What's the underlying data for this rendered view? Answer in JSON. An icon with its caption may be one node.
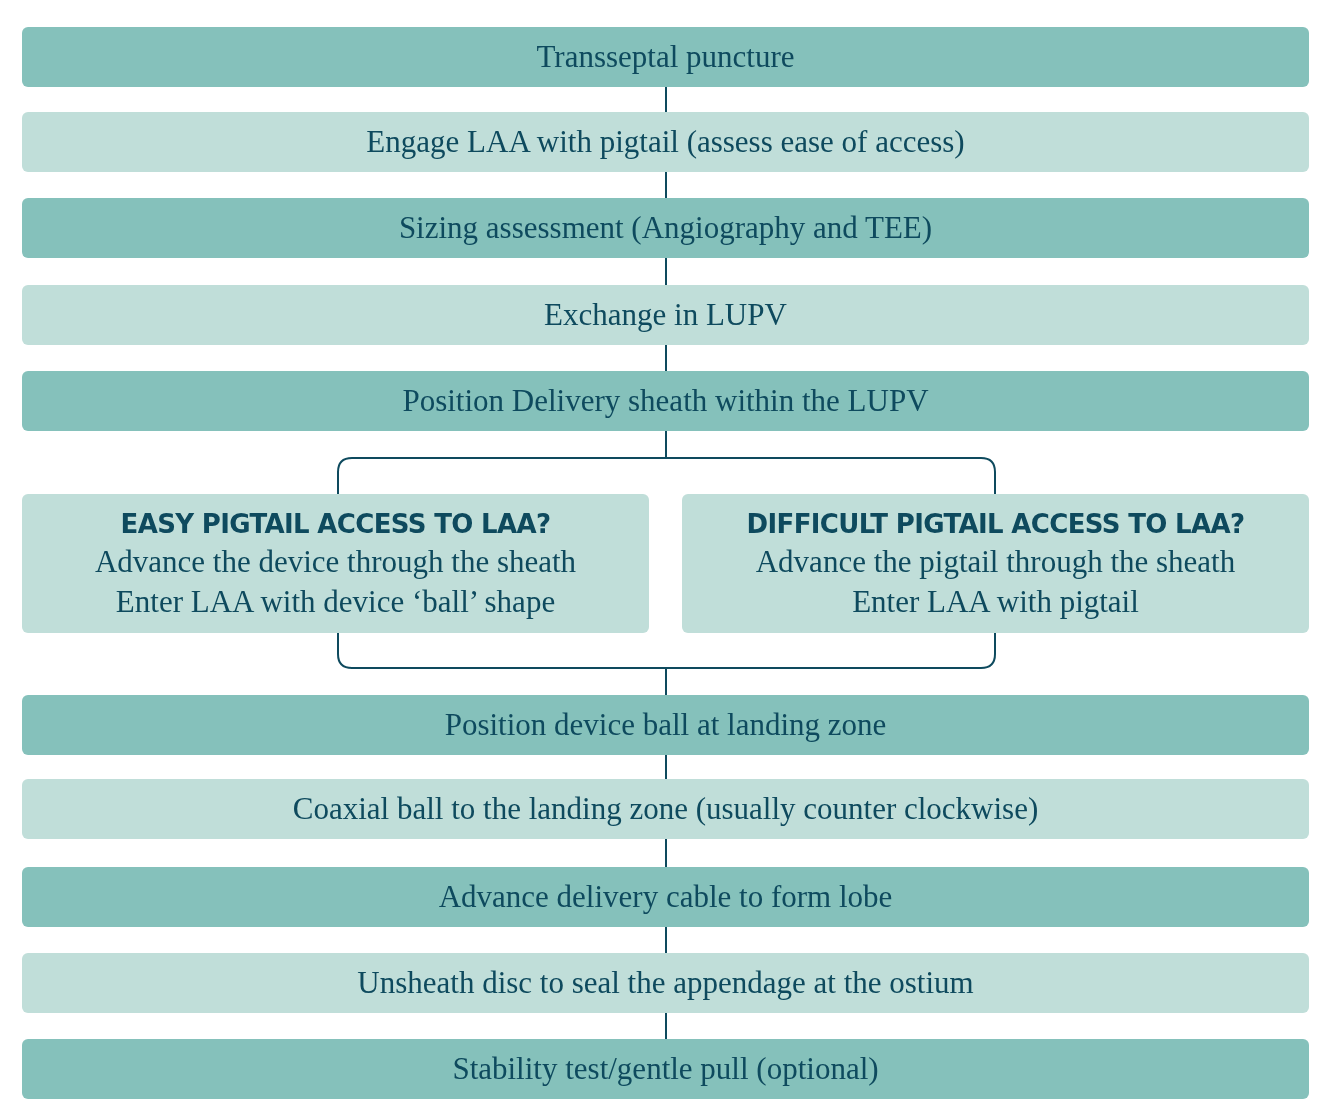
{
  "diagram": {
    "nodes": [
      {
        "text": [
          "Transseptal puncture"
        ]
      },
      {
        "text": [
          "Engage LAA with pigtail (assess ease of access)"
        ]
      },
      {
        "text": [
          "Sizing assessment (Angiography and TEE)"
        ]
      },
      {
        "text": [
          "Exchange in LUPV"
        ]
      },
      {
        "text": [
          "Position Delivery sheath within the LUPV"
        ]
      },
      {
        "text": [
          "EASY PIGTAIL ACCESS TO LAA?",
          "Advance the device through the sheath",
          "Enter LAA with device ‘ball’ shape"
        ]
      },
      {
        "text": [
          "DIFFICULT PIGTAIL ACCESS TO LAA?",
          "Advance the pigtail through the sheath",
          "Enter LAA with pigtail"
        ]
      },
      {
        "text": [
          "Position device ball at landing zone"
        ]
      },
      {
        "text": [
          "Coaxial ball to the landing zone (usually counter clockwise)"
        ]
      },
      {
        "text": [
          "Advance delivery cable to form lobe"
        ]
      },
      {
        "text": [
          "Unsheath disc to seal the appendage at the ostium"
        ]
      },
      {
        "text": [
          "Stability test/gentle pull (optional)"
        ]
      }
    ],
    "edges": [
      {
        "from": 0,
        "to": 1,
        "arrow": "none"
      },
      {
        "from": 1,
        "to": 2,
        "arrow": "none"
      },
      {
        "from": 2,
        "to": 3,
        "arrow": "none"
      },
      {
        "from": 3,
        "to": 4,
        "arrow": "none"
      },
      {
        "from": 4,
        "to": 5,
        "arrow": "none"
      },
      {
        "from": 4,
        "to": 6,
        "arrow": "none"
      },
      {
        "from": 5,
        "to": 7,
        "arrow": "none"
      },
      {
        "from": 6,
        "to": 7,
        "arrow": "none"
      },
      {
        "from": 7,
        "to": 8,
        "arrow": "none"
      },
      {
        "from": 8,
        "to": 9,
        "arrow": "none"
      },
      {
        "from": 9,
        "to": 10,
        "arrow": "none"
      },
      {
        "from": 10,
        "to": 11,
        "arrow": "none"
      }
    ]
  }
}
